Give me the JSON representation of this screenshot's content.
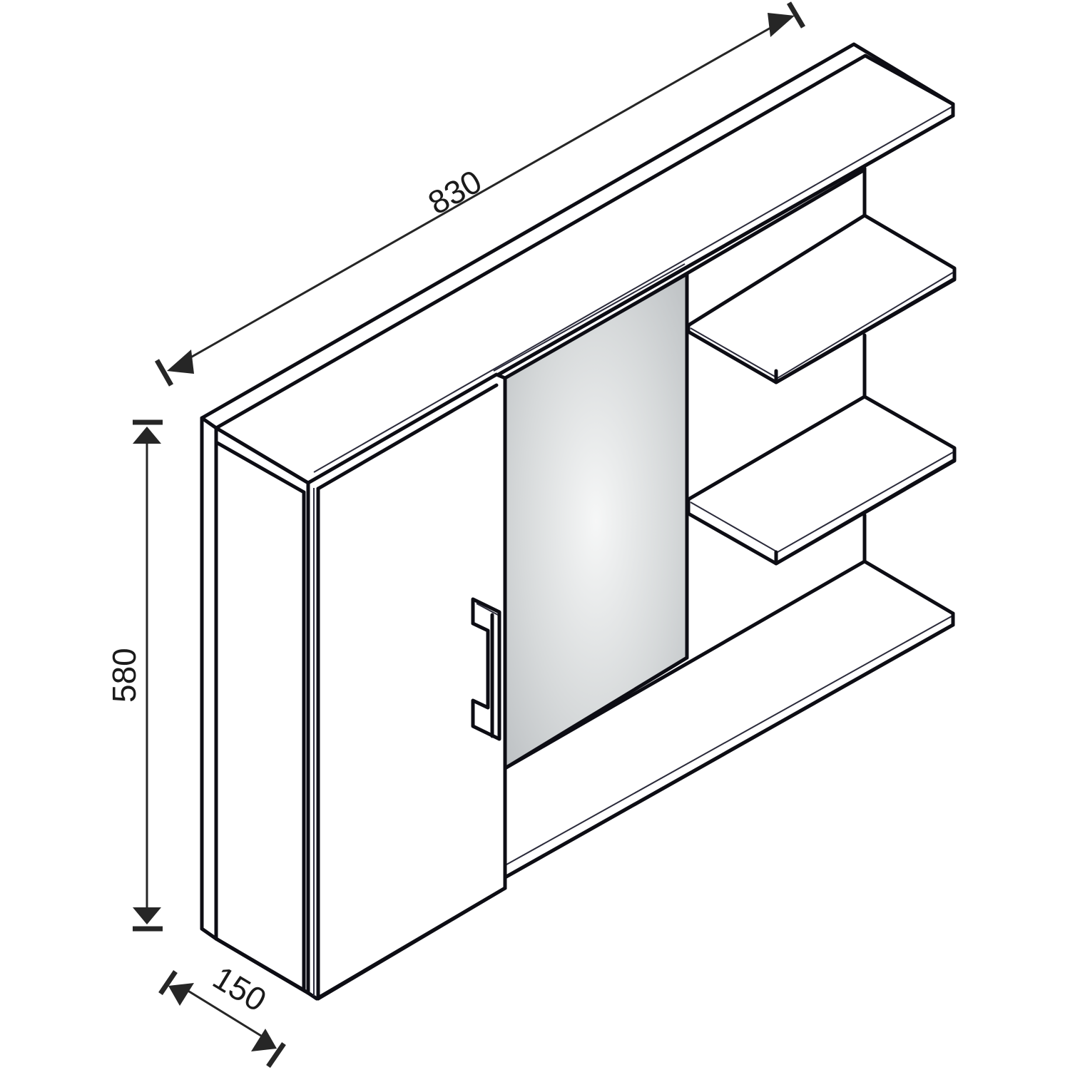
{
  "drawing": {
    "subject": "Wall cabinet with mirror door and open side shelves",
    "colors": {
      "line": "#0d0d14",
      "dimension": "#262626",
      "mirror_edge": "#b8bcbf",
      "mirror_center": "#f4f5f5",
      "background": "#ffffff"
    },
    "dimensions": {
      "width": {
        "label": "830",
        "unit": "mm"
      },
      "height": {
        "label": "580",
        "unit": "mm"
      },
      "depth": {
        "label": "150",
        "unit": "mm"
      }
    },
    "components": {
      "top_panel": "top-panel",
      "left_side_panel": "left-side-panel",
      "door_panel": "door-panel",
      "mirror": "mirror",
      "handle": "door-handle",
      "shelves": [
        {
          "name": "upper-shelf"
        },
        {
          "name": "middle-shelf"
        },
        {
          "name": "bottom-shelf"
        }
      ]
    }
  }
}
